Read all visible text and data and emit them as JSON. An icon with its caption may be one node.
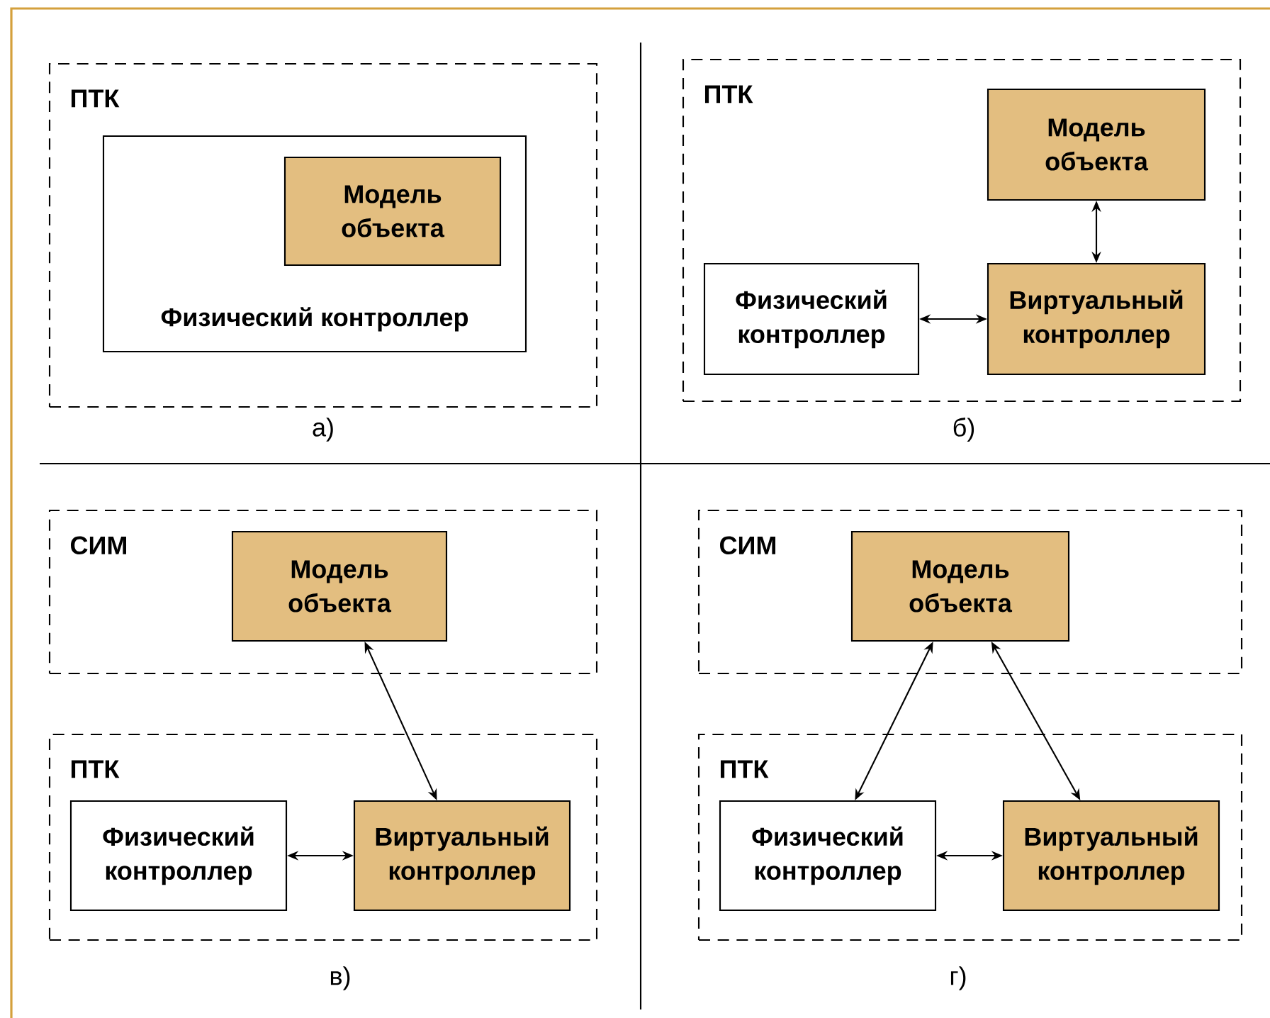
{
  "diagram": {
    "nodes": [
      {
        "text": [
          "ПТК"
        ]
      },
      {
        "text": [
          "Физический контроллер"
        ],
        "in": 0
      },
      {
        "text": [
          "Модель объекта"
        ],
        "in": 1
      },
      {
        "text": [
          "ПТК"
        ]
      },
      {
        "text": [
          "Модель объекта"
        ],
        "in": 3
      },
      {
        "text": [
          "Физический контроллер"
        ],
        "in": 3
      },
      {
        "text": [
          "Виртуальный контроллер"
        ],
        "in": 3
      },
      {
        "text": [
          "СИМ"
        ]
      },
      {
        "text": [
          "Модель объекта"
        ],
        "in": 7
      },
      {
        "text": [
          "ПТК"
        ]
      },
      {
        "text": [
          "Физический контроллер"
        ],
        "in": 9
      },
      {
        "text": [
          "Виртуальный контроллер"
        ],
        "in": 9
      },
      {
        "text": [
          "СИМ"
        ]
      },
      {
        "text": [
          "Модель объекта"
        ],
        "in": 12
      },
      {
        "text": [
          "ПТК"
        ]
      },
      {
        "text": [
          "Физический контроллер"
        ],
        "in": 14
      },
      {
        "text": [
          "Виртуальный контроллер"
        ],
        "in": 14
      }
    ],
    "edges": [
      {
        "from": 4,
        "to": 6,
        "arrow": "both"
      },
      {
        "from": 5,
        "to": 6,
        "arrow": "both"
      },
      {
        "from": 8,
        "to": 11,
        "arrow": "both"
      },
      {
        "from": 10,
        "to": 11,
        "arrow": "both"
      },
      {
        "from": 13,
        "to": 15,
        "arrow": "both"
      },
      {
        "from": 13,
        "to": 16,
        "arrow": "both"
      },
      {
        "from": 15,
        "to": 16,
        "arrow": "both"
      }
    ],
    "labels": [
      "а)",
      "б)",
      "в)",
      "г)"
    ]
  }
}
